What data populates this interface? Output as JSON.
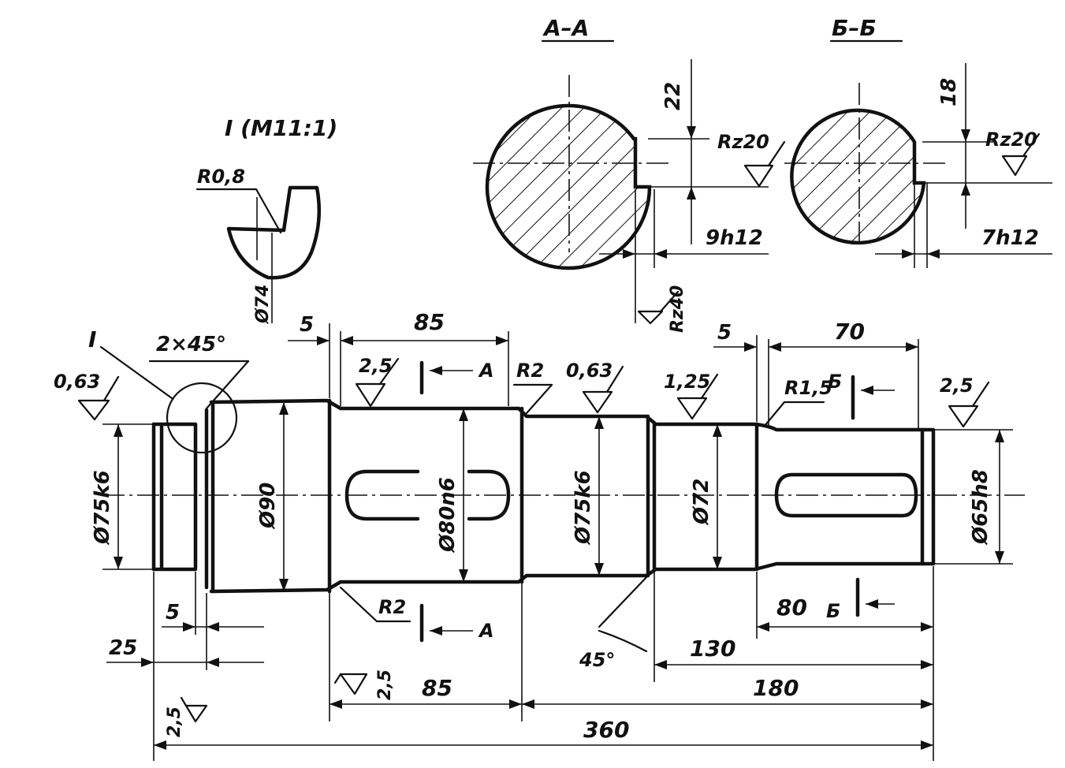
{
  "sections": {
    "aa": {
      "title": "А–А",
      "width": "22",
      "tolerance": "9h12",
      "roughness": "Rz20",
      "bottom_roughness": "Rz40"
    },
    "bb": {
      "title": "Б–Б",
      "width": "18",
      "tolerance": "7h12",
      "roughness": "Rz20"
    }
  },
  "detail": {
    "title": "I (M11:1)",
    "radius": "R0,8",
    "diameter": "Ø74"
  },
  "callouts": {
    "detail_ref": "I",
    "chamfer": "2×45°",
    "fillet_left": "R2",
    "fillet_mid": "R2",
    "fillet_right": "R1,5",
    "angle": "45°",
    "section_a_top": "А",
    "section_a_bottom": "А",
    "section_b_top": "Б",
    "section_b_bottom": "Б"
  },
  "roughness": {
    "r1": "0,63",
    "r2": "2,5",
    "r3": "0,63",
    "r4": "1,25",
    "r5": "2,5",
    "r6": "2,5",
    "r7": "2,5"
  },
  "diameters": {
    "d1": "Ø75k6",
    "d2": "Ø90",
    "d3": "Ø80n6",
    "d4": "Ø75k6",
    "d5": "Ø72",
    "d6": "Ø65h8"
  },
  "dimensions": {
    "top_5_left": "5",
    "top_85": "85",
    "top_5_right": "5",
    "top_70": "70",
    "left_5": "5",
    "left_25": "25",
    "bottom_85": "85",
    "bottom_80": "80",
    "bottom_130": "130",
    "bottom_180": "180",
    "total_360": "360"
  }
}
